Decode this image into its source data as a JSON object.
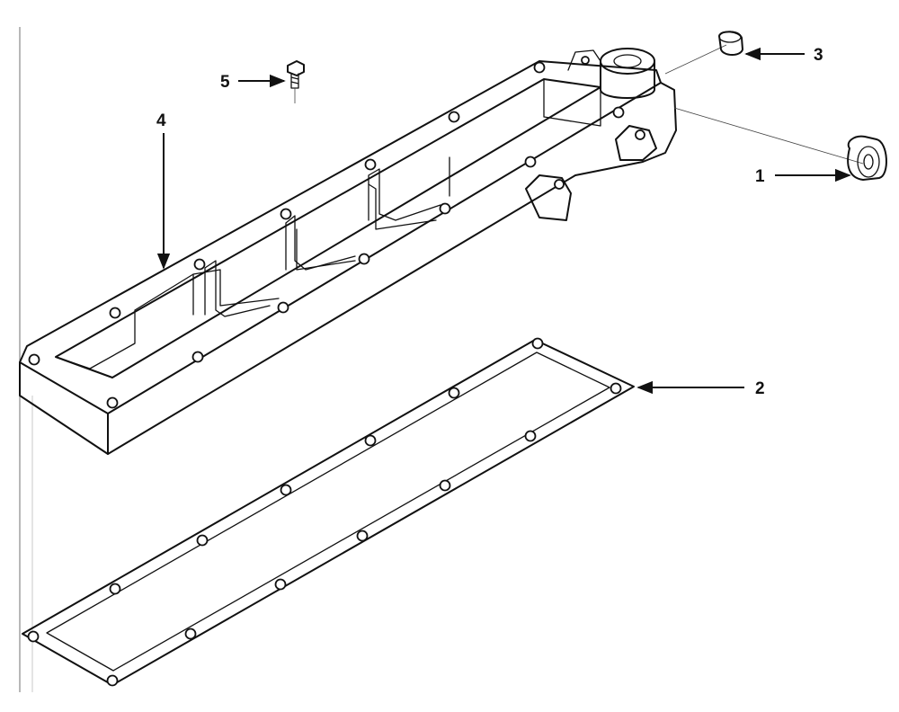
{
  "callouts": [
    {
      "id": "1",
      "text": "1",
      "part": "plug"
    },
    {
      "id": "2",
      "text": "2",
      "part": "gasket"
    },
    {
      "id": "3",
      "text": "3",
      "part": "cap"
    },
    {
      "id": "4",
      "text": "4",
      "part": "cover"
    },
    {
      "id": "5",
      "text": "5",
      "part": "screw"
    }
  ],
  "colors": {
    "line": "#111111",
    "background": "#ffffff"
  }
}
